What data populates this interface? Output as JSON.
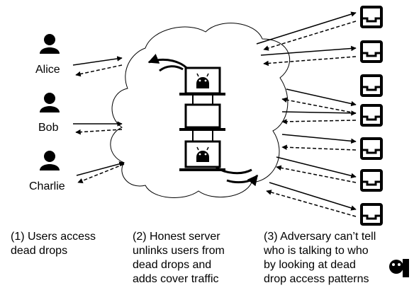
{
  "users": [
    {
      "name": "Alice"
    },
    {
      "name": "Bob"
    },
    {
      "name": "Charlie"
    }
  ],
  "captions": {
    "users": "(1) Users access\ndead drops",
    "server": "(2) Honest server\nunlinks users from\ndead drops and\nadds cover traffic",
    "adversary": "(3) Adversary can’t tell\nwho is talking to who\nby looking at dead\ndrop access patterns"
  },
  "colors": {
    "stroke": "#000000",
    "fill": "#000000",
    "background": "#ffffff"
  },
  "icons": {
    "user": "person-icon",
    "server": "android-server-icon",
    "dead_drop": "mailbox-icon",
    "adversary": "adversary-icon"
  }
}
